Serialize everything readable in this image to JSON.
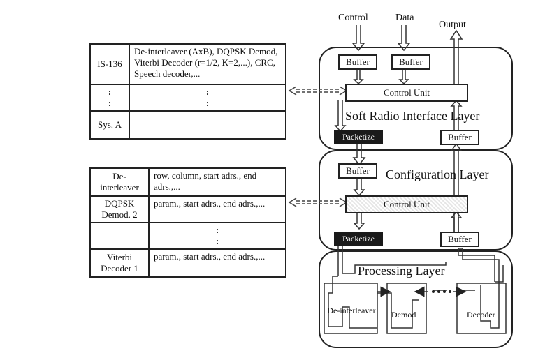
{
  "table_top": {
    "rows": [
      {
        "tag": "IS-136",
        "desc": "De-interleaver (AxB), DQPSK Demod, Viterbi Decoder (r=1/2, K=2,...), CRC, Speech decoder,..."
      },
      {
        "tag": ":",
        "desc": ":"
      },
      {
        "tag": "Sys. A",
        "desc": ""
      }
    ]
  },
  "table_bottom": {
    "rows": [
      {
        "tag": "De-interleaver",
        "desc": "row, column, start adrs., end adrs.,..."
      },
      {
        "tag": "DQPSK Demod. 2",
        "desc": "param., start adrs., end adrs.,..."
      },
      {
        "tag": ":",
        "desc": ":"
      },
      {
        "tag": "Viterbi Decoder 1",
        "desc": "param., start adrs., end adrs.,..."
      }
    ]
  },
  "io": {
    "control": "Control",
    "data": "Data",
    "output": "Output"
  },
  "soft_radio_layer": {
    "name": "Soft Radio Interface Layer",
    "buffer_in_1": "Buffer",
    "buffer_in_2": "Buffer",
    "control_unit": "Control Unit",
    "packetize": "Packetize",
    "buffer_out": "Buffer"
  },
  "config_layer": {
    "name": "Configuration Layer",
    "buffer_in": "Buffer",
    "control_unit": "Control Unit",
    "packetize": "Packetize",
    "buffer_out": "Buffer"
  },
  "processing_layer": {
    "name": "Processing Layer",
    "modules": [
      "De-interleaver",
      "Demod",
      "Decoder"
    ]
  }
}
